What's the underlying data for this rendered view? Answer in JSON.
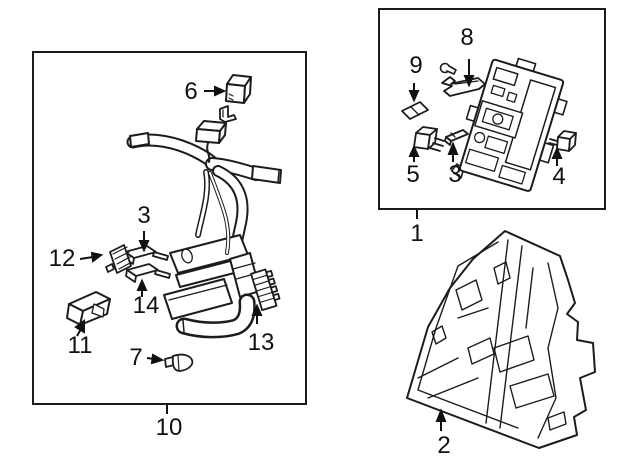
{
  "figure": {
    "background_color": "#ffffff",
    "line_color": "#1c1c1c",
    "type": "exploded-parts-diagram"
  },
  "panels": {
    "harness_box": {
      "box_label": "10",
      "callouts": {
        "relay": "6",
        "fuse_upper": "3",
        "terminal": "12",
        "fuse_lower": "14",
        "module": "11",
        "connector": "7",
        "fuse_block": "13"
      }
    },
    "junction_box": {
      "box_label": "1",
      "callouts": {
        "fuse_side": "9",
        "bracket": "8",
        "relay_small": "5",
        "fuse_mini": "3",
        "relay": "4"
      }
    },
    "mounting_bracket": {
      "callout": "2"
    }
  }
}
